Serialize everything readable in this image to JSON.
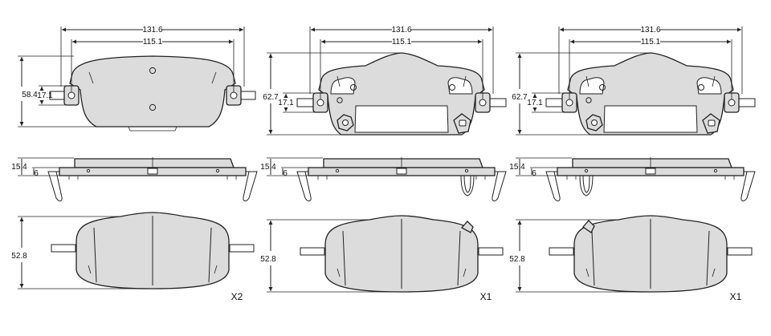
{
  "views": [
    {
      "top": {
        "overall_width": "131.6",
        "hole_span": "115.1",
        "height": "58.4",
        "tab_height": "17.1"
      },
      "side": {
        "total_thickness": "15.4",
        "plate_thickness": "6"
      },
      "bottom": {
        "height": "52.8"
      },
      "quantity": "X2"
    },
    {
      "top": {
        "overall_width": "131.6",
        "hole_span": "115.1",
        "height": "62.7",
        "tab_height": "17.1"
      },
      "side": {
        "total_thickness": "15.4",
        "plate_thickness": "6"
      },
      "bottom": {
        "height": "52.8"
      },
      "quantity": "X1"
    },
    {
      "top": {
        "overall_width": "131.6",
        "hole_span": "115.1",
        "height": "62.7",
        "tab_height": "17.1"
      },
      "side": {
        "total_thickness": "15.4",
        "plate_thickness": "6"
      },
      "bottom": {
        "height": "52.8"
      },
      "quantity": "X1"
    }
  ]
}
